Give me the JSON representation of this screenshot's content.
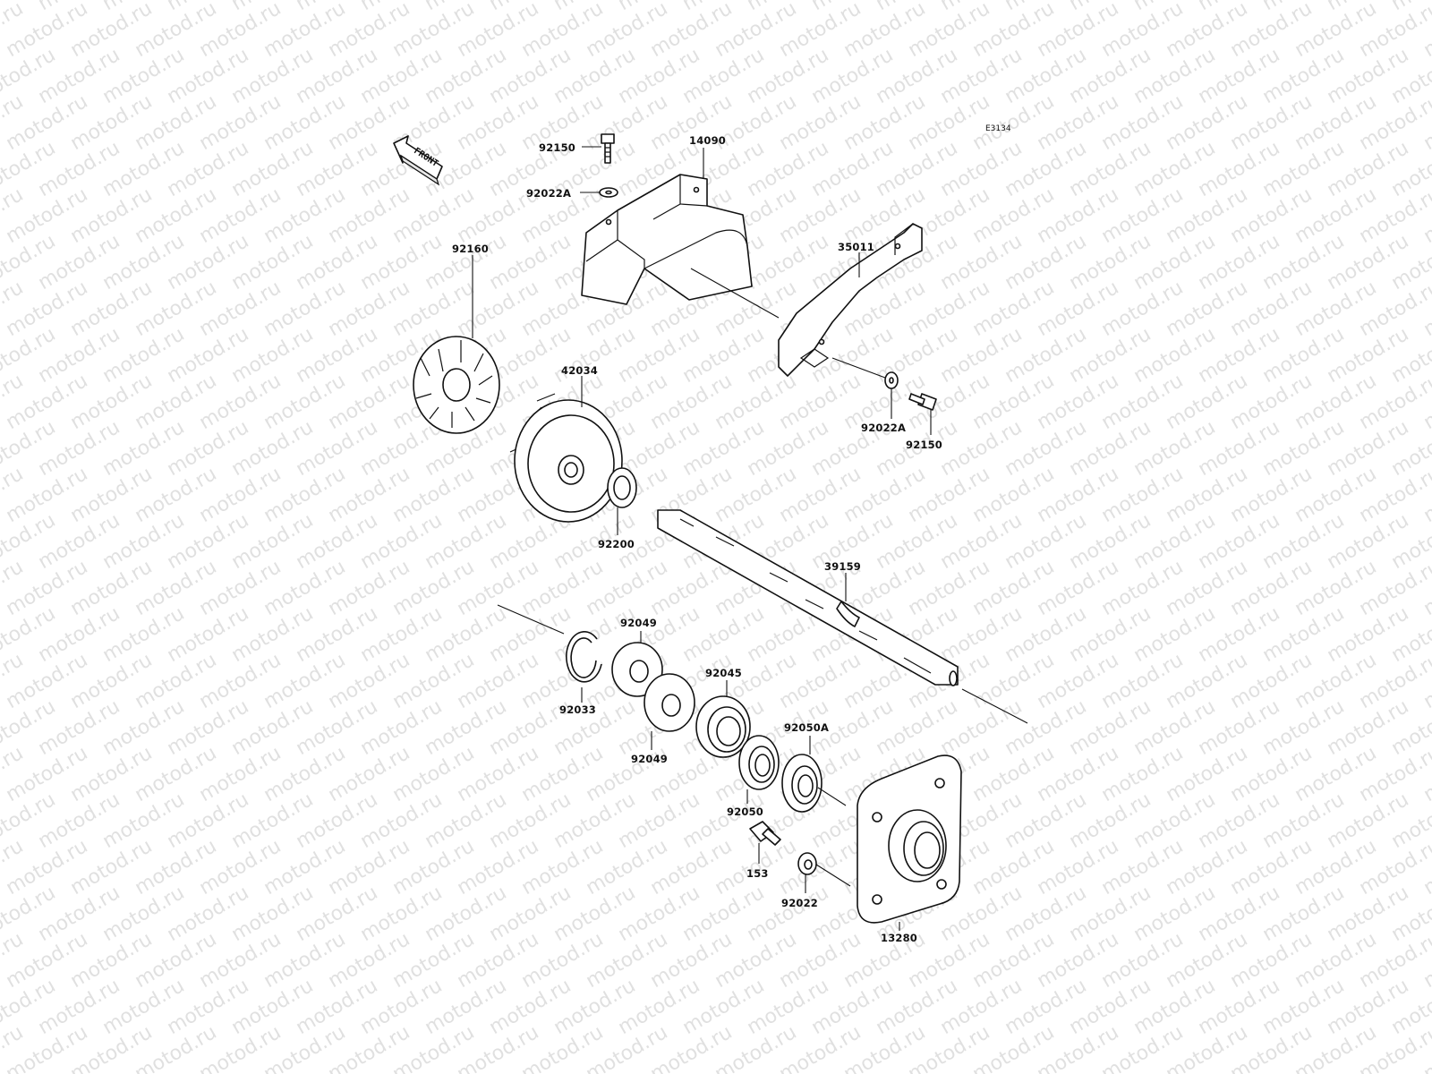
{
  "diagram": {
    "code": "E3134",
    "front_label": "FRONT",
    "watermark": "motod.ru",
    "parts": [
      {
        "id": "p-92150-top",
        "number": "92150"
      },
      {
        "id": "p-14090",
        "number": "14090"
      },
      {
        "id": "p-92022a-top",
        "number": "92022A"
      },
      {
        "id": "p-35011",
        "number": "35011"
      },
      {
        "id": "p-92160",
        "number": "92160"
      },
      {
        "id": "p-42034",
        "number": "42034"
      },
      {
        "id": "p-92022a-bottom",
        "number": "92022A"
      },
      {
        "id": "p-92150-bottom",
        "number": "92150"
      },
      {
        "id": "p-92200",
        "number": "92200"
      },
      {
        "id": "p-39159",
        "number": "39159"
      },
      {
        "id": "p-92049-top",
        "number": "92049"
      },
      {
        "id": "p-92045",
        "number": "92045"
      },
      {
        "id": "p-92033",
        "number": "92033"
      },
      {
        "id": "p-92049-bottom",
        "number": "92049"
      },
      {
        "id": "p-92050a",
        "number": "92050A"
      },
      {
        "id": "p-92050",
        "number": "92050"
      },
      {
        "id": "p-153",
        "number": "153"
      },
      {
        "id": "p-92022",
        "number": "92022"
      },
      {
        "id": "p-13280",
        "number": "13280"
      }
    ]
  }
}
